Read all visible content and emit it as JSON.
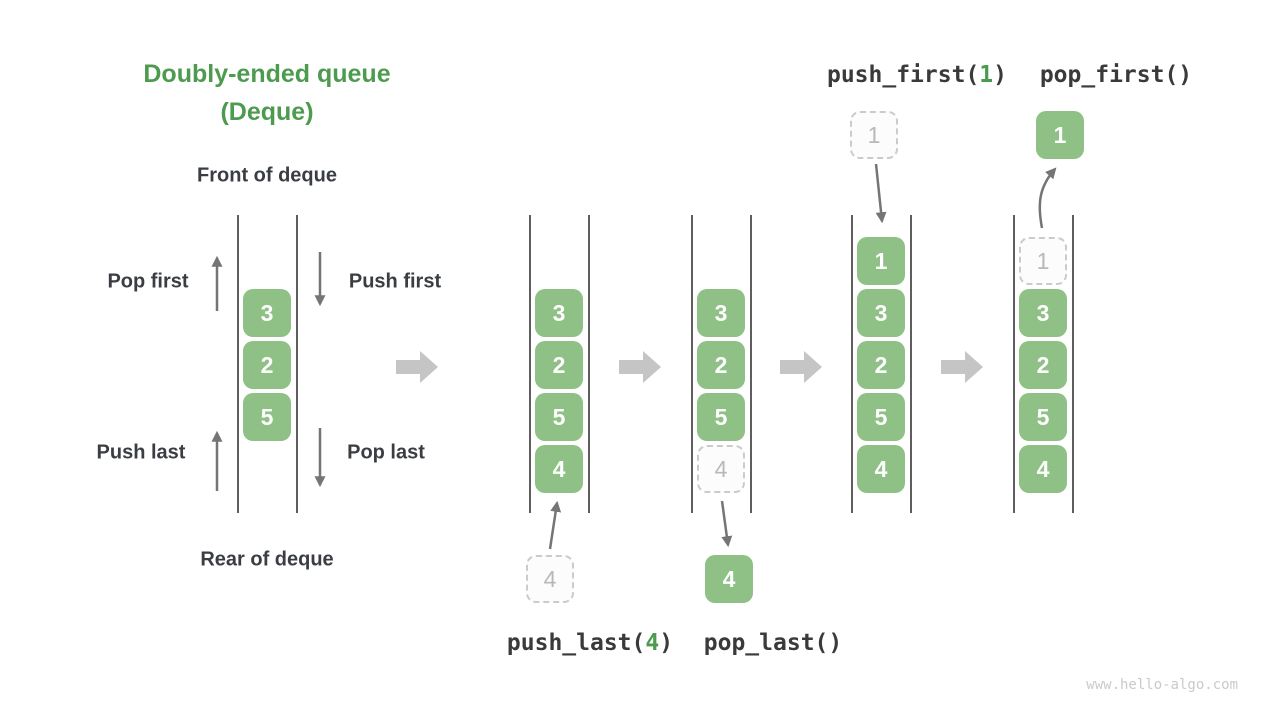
{
  "title": {
    "line1": "Doubly-ended queue",
    "line2": "(Deque)"
  },
  "front_label": "Front of deque",
  "rear_label": "Rear of deque",
  "op_labels": {
    "pop_first": "Pop first",
    "push_first": "Push first",
    "push_last": "Push last",
    "pop_last": "Pop last"
  },
  "code_labels": {
    "push_last_pre": "push_last(",
    "push_last_arg": "4",
    "push_last_suf": ")",
    "pop_last": "pop_last()",
    "push_first_pre": "push_first(",
    "push_first_arg": "1",
    "push_first_suf": ")",
    "pop_first": "pop_first()"
  },
  "queues": {
    "main": {
      "cells": [
        "3",
        "2",
        "5"
      ]
    },
    "state1": {
      "cells": [
        "3",
        "2",
        "5",
        "4"
      ],
      "incoming": "4"
    },
    "state2": {
      "cells": [
        "3",
        "2",
        "5"
      ],
      "ghost": "4",
      "outgoing": "4"
    },
    "state3": {
      "cells": [
        "1",
        "3",
        "2",
        "5",
        "4"
      ],
      "incoming": "1"
    },
    "state4": {
      "cells": [
        "3",
        "2",
        "5",
        "4"
      ],
      "ghost": "1",
      "outgoing": "1"
    }
  },
  "watermark": "www.hello-algo.com",
  "colors": {
    "green_box": "#8FC186",
    "green_dark": "#4C9B4F",
    "text_dark": "#3A3E43",
    "code_text": "#3A3A3A",
    "arrow_gray": "#757575",
    "big_arrow": "#C5C5C5",
    "ghost_border": "#CBCBCB",
    "ghost_bg": "#FCFCFC",
    "ghost_text": "#B8B8B8",
    "line_gray": "#5E5E5E",
    "watermark": "#CACACA"
  }
}
